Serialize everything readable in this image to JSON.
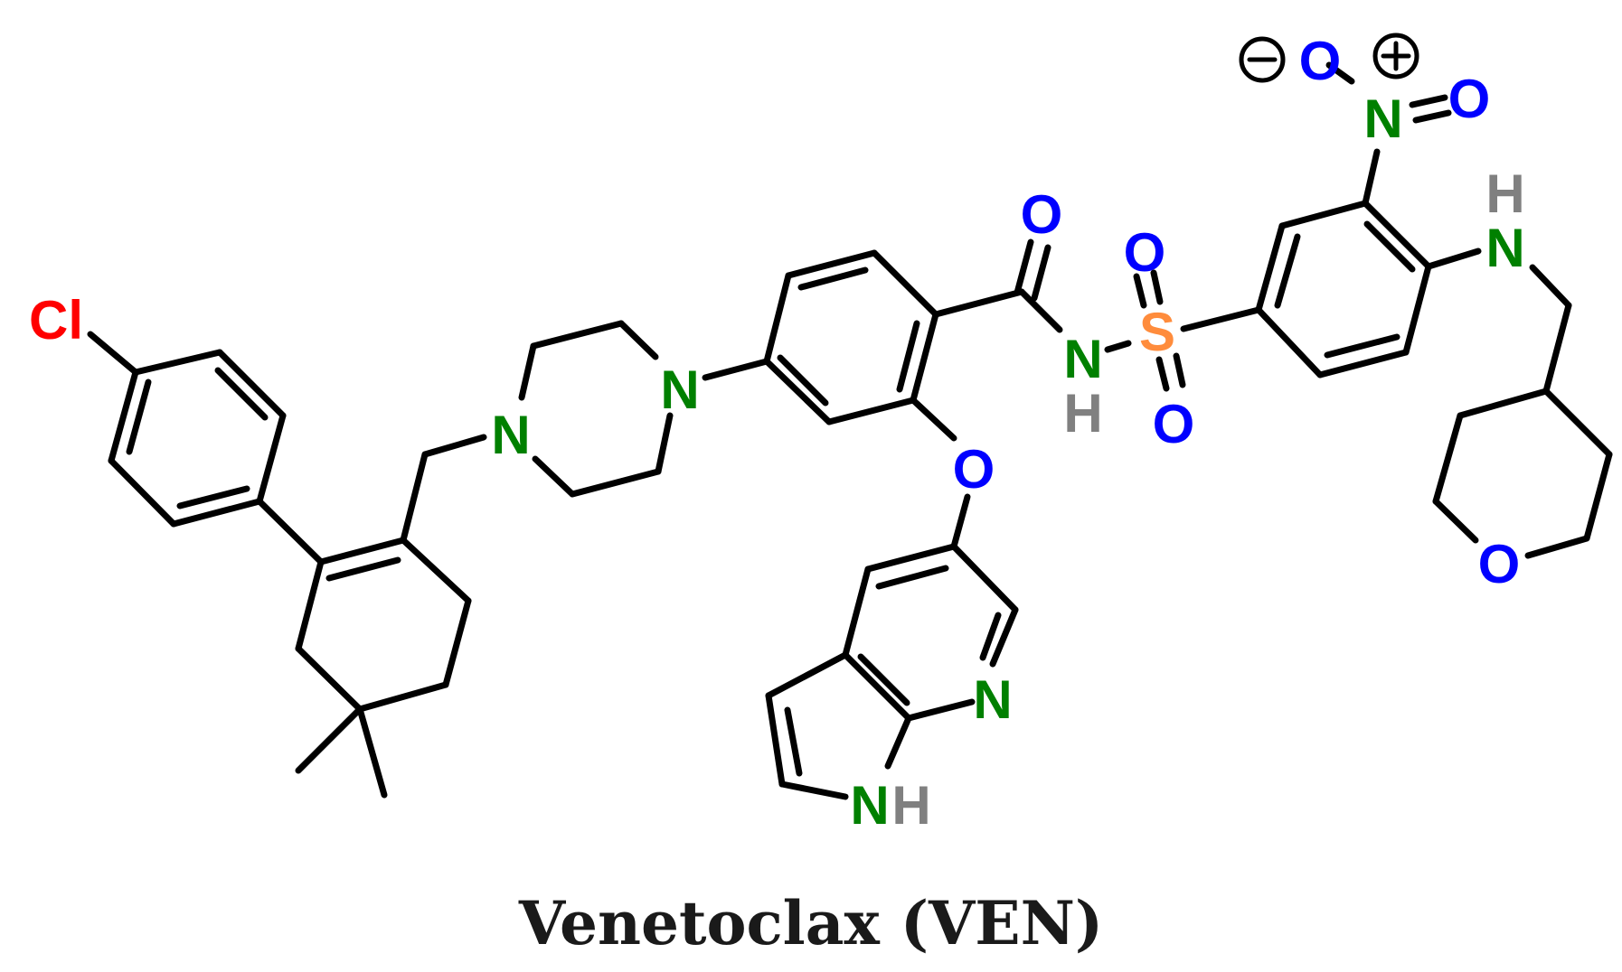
{
  "caption": "Venetoclax (VEN)",
  "colors": {
    "bond": "#000000",
    "chlorine": "#ff0000",
    "nitrogen": "#008000",
    "oxygen": "#0000ff",
    "sulfur": "#ff8c3c",
    "hydrogen": "#808080",
    "caption": "#1a1a1a"
  },
  "atoms": {
    "cl": "Cl",
    "n_piperazine_1": "N",
    "n_piperazine_2": "N",
    "o_ether": "O",
    "o_carbonyl": "O",
    "n_amide": "N",
    "h_amide": "H",
    "s_sulfonyl": "S",
    "o_sulfonyl_1": "O",
    "o_sulfonyl_2": "O",
    "o_nitro_1": "O",
    "n_nitro": "N",
    "o_nitro_2": "O",
    "h_amine": "H",
    "n_amine": "N",
    "n_pyridine": "N",
    "n_pyrrole": "N",
    "h_pyrrole": "H",
    "o_oxane": "O"
  },
  "charges": {
    "nitro_oxygen": "minus",
    "nitro_nitrogen": "plus"
  }
}
